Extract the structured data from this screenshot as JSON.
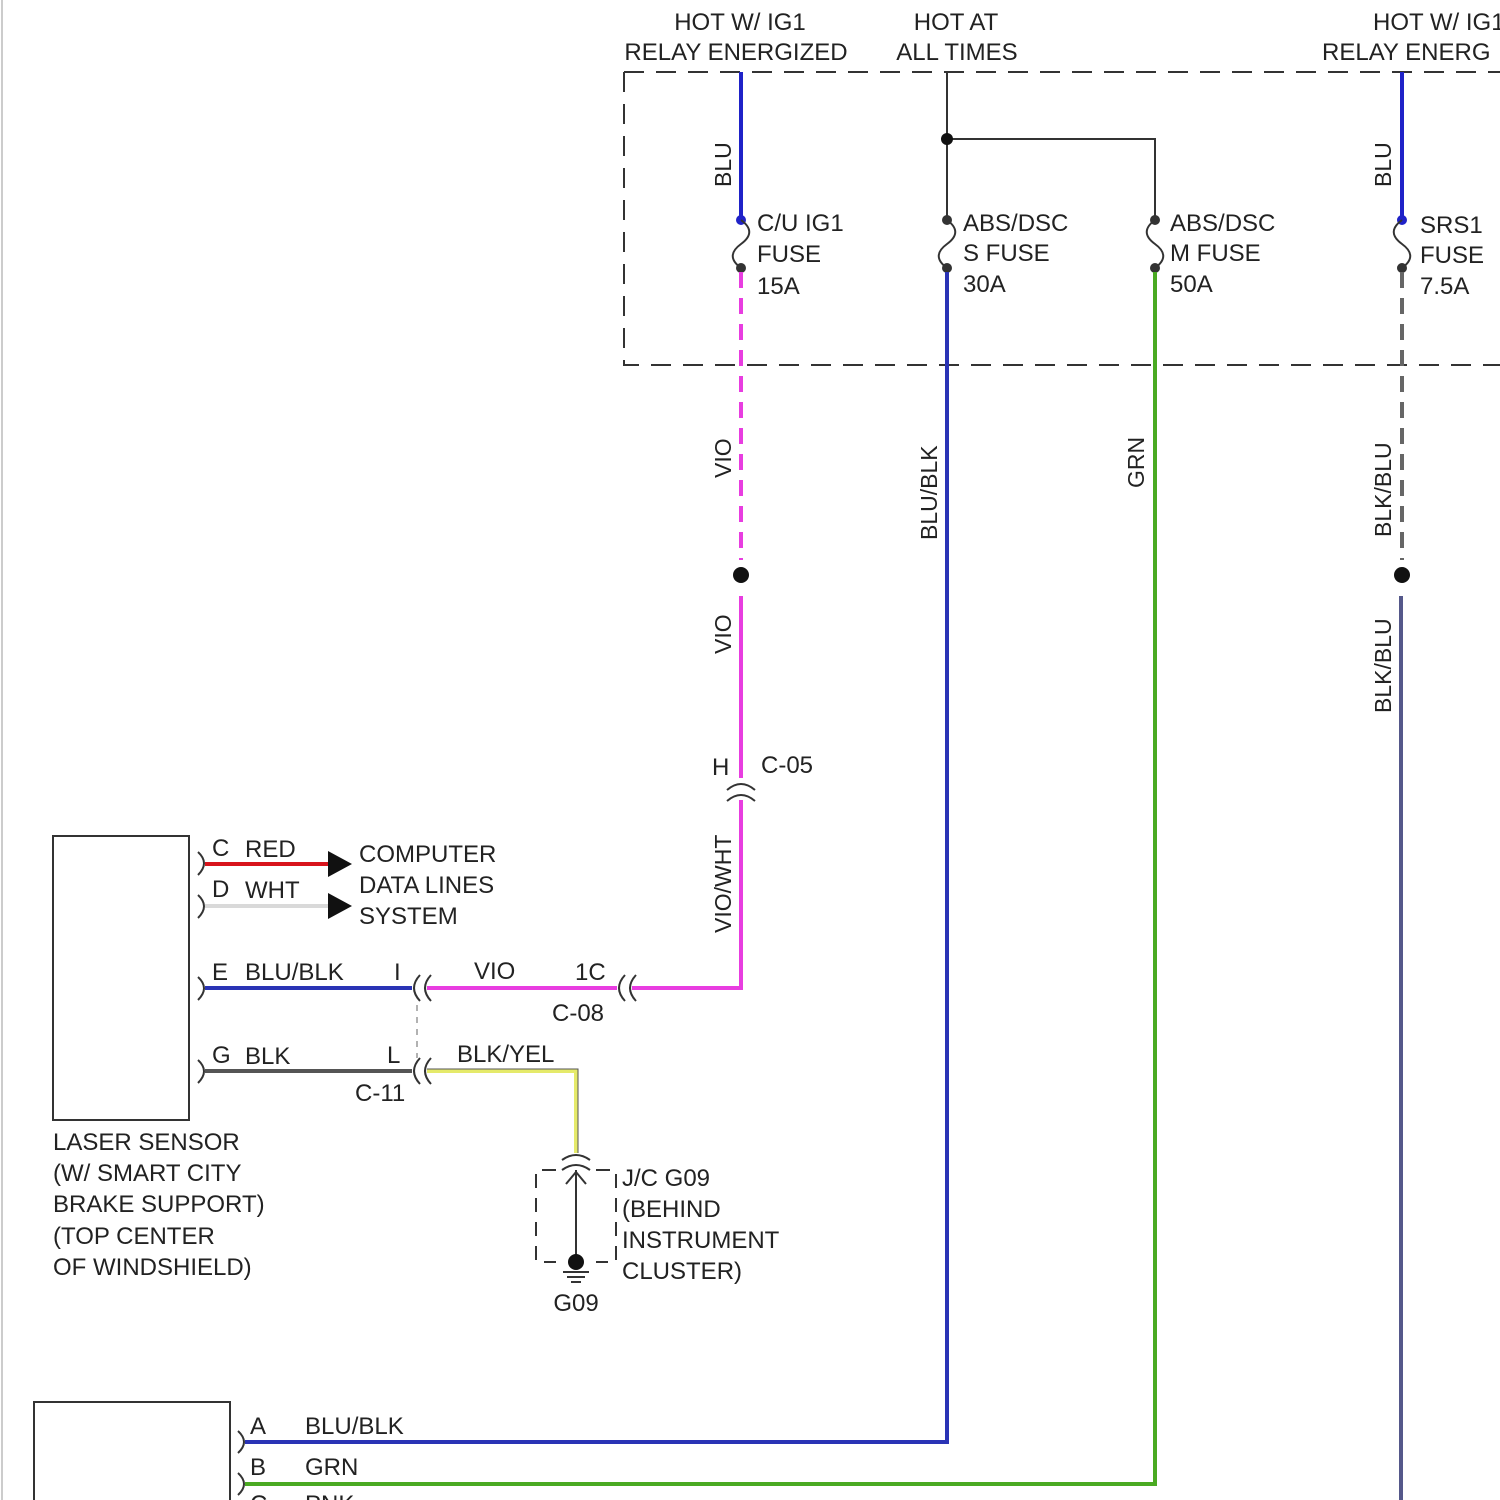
{
  "power_sources": {
    "ig1_relay_left": [
      "HOT W/ IG1",
      "RELAY ENERGIZED"
    ],
    "hot_at_all_times": [
      "HOT AT",
      "ALL TIMES"
    ],
    "ig1_relay_right": [
      "HOT W/ IG1",
      "RELAY ENERG"
    ]
  },
  "fuses": {
    "cu_ig1": [
      "C/U IG1",
      "FUSE",
      "15A"
    ],
    "abs_dsc_s": [
      "ABS/DSC",
      "S FUSE",
      "30A"
    ],
    "abs_dsc_m": [
      "ABS/DSC",
      "M FUSE",
      "50A"
    ],
    "srs1": [
      "SRS1",
      "FUSE",
      "7.5A"
    ]
  },
  "wire_colors": {
    "blu_left": "BLU",
    "vio_upper": "VIO",
    "vio_lower": "VIO",
    "vio_wht": "VIO/WHT",
    "blu_blk": "BLU/BLK",
    "grn": "GRN",
    "blu_right": "BLU",
    "blk_blu_upper": "BLK/BLU",
    "blk_blu_lower": "BLK/BLU"
  },
  "connectors": {
    "c05": {
      "name": "C-05",
      "pin": "H"
    },
    "c08": {
      "name": "C-08",
      "pin_left": "I",
      "pin_right": "1C",
      "wire": "VIO"
    },
    "c11": {
      "name": "C-11",
      "pin": "L",
      "wire": "BLK/YEL"
    }
  },
  "laser_sensor": {
    "label": [
      "LASER SENSOR",
      "(W/ SMART CITY",
      "BRAKE SUPPORT)",
      "(TOP CENTER",
      "OF WINDSHIELD)"
    ],
    "pins": [
      {
        "pin": "C",
        "color": "RED"
      },
      {
        "pin": "D",
        "color": "WHT"
      },
      {
        "pin": "E",
        "color": "BLU/BLK"
      },
      {
        "pin": "G",
        "color": "BLK"
      }
    ],
    "data_lines": [
      "COMPUTER",
      "DATA LINES",
      "SYSTEM"
    ]
  },
  "junction": {
    "label": [
      "J/C G09",
      "(BEHIND",
      "INSTRUMENT",
      "CLUSTER)"
    ],
    "ground": "G09"
  },
  "bottom_module": {
    "pins": [
      {
        "pin": "A",
        "color": "BLU/BLK"
      },
      {
        "pin": "B",
        "color": "GRN"
      },
      {
        "pin": "C",
        "color": "PNK"
      }
    ]
  },
  "colors": {
    "blu": "#1f22c8",
    "vio": "#e83de0",
    "blu_blk": "#2a33b5",
    "grn": "#4aaa22",
    "red": "#d8141c",
    "wht": "#d9d9d9",
    "blk": "#555555",
    "blk_yel": "#e5ea6a",
    "blk_blu": "#666666",
    "pnk": "#ee88bb"
  }
}
